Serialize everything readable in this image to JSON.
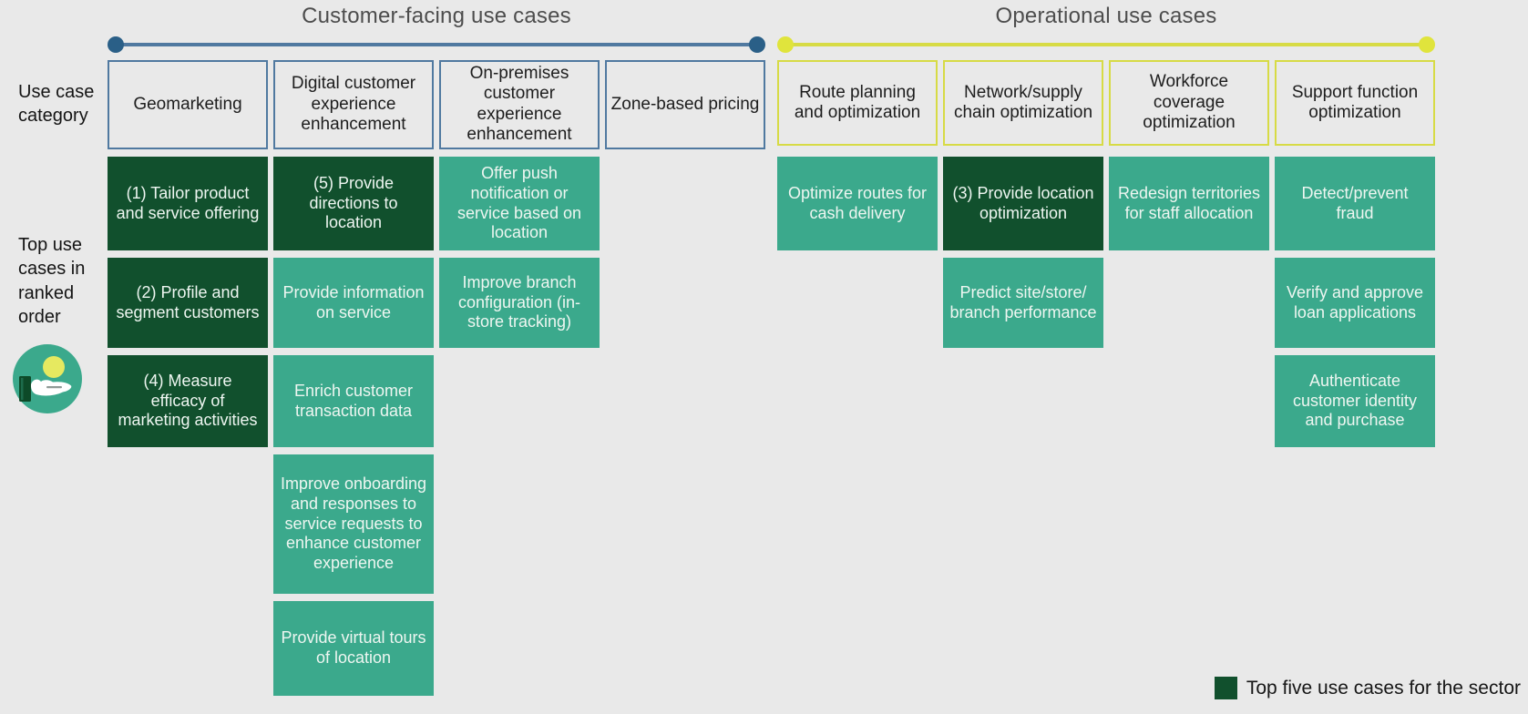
{
  "page": {
    "background": "#e9e9e9"
  },
  "left_rail": {
    "use_case_category_label": "Use case category",
    "top_use_cases_label": "Top use cases in ranked order",
    "icon": "hand-offering-coin-icon"
  },
  "colors": {
    "cell_teal": "#3ba98c",
    "cell_dark_green": "#11502d",
    "customer_facing_accent": "#5079a0",
    "customer_facing_dot": "#2a5f87",
    "operational_accent": "#d7db45",
    "operational_dot": "#e0e43c"
  },
  "groups": [
    {
      "title": "Customer-facing use cases",
      "accent_color": "#5079a0",
      "dot_color": "#2a5f87",
      "columns": [
        {
          "header": "Geomarketing",
          "cells": [
            {
              "text": "(1) Tailor product and service offering",
              "top_five": true
            },
            {
              "text": "(2) Profile and segment customers",
              "top_five": true
            },
            {
              "text": "(4) Measure efficacy of marketing activities",
              "top_five": true
            }
          ]
        },
        {
          "header": "Digital customer experience enhancement",
          "cells": [
            {
              "text": "(5) Provide directions to location",
              "top_five": true
            },
            {
              "text": "Provide information on service",
              "top_five": false
            },
            {
              "text": "Enrich customer transaction data",
              "top_five": false
            },
            {
              "text": "Improve onboarding and responses to service requests to enhance customer experience",
              "top_five": false
            },
            {
              "text": "Provide virtual tours of location",
              "top_five": false
            }
          ]
        },
        {
          "header": "On-premises customer experience enhancement",
          "cells": [
            {
              "text": "Offer push notification or service based on location",
              "top_five": false
            },
            {
              "text": "Improve branch configuration (in-store tracking)",
              "top_five": false
            }
          ]
        },
        {
          "header": "Zone-based pricing",
          "cells": []
        }
      ]
    },
    {
      "title": "Operational use cases",
      "accent_color": "#d7db45",
      "dot_color": "#e0e43c",
      "columns": [
        {
          "header": "Route planning and optimization",
          "cells": [
            {
              "text": "Optimize routes for cash delivery",
              "top_five": false
            }
          ]
        },
        {
          "header": "Network/supply chain optimization",
          "cells": [
            {
              "text": "(3) Provide location optimization",
              "top_five": true
            },
            {
              "text": "Predict site/store/ branch performance",
              "top_five": false
            }
          ]
        },
        {
          "header": "Workforce coverage optimization",
          "cells": [
            {
              "text": "Redesign territories for staff allocation",
              "top_five": false
            }
          ]
        },
        {
          "header": "Support function optimization",
          "cells": [
            {
              "text": "Detect/prevent fraud",
              "top_five": false
            },
            {
              "text": "Verify and approve loan applications",
              "top_five": false
            },
            {
              "text": "Authenticate customer identity and purchase",
              "top_five": false
            }
          ]
        }
      ]
    }
  ],
  "legend": {
    "label": "Top five use cases for the sector",
    "swatch_color": "#11502d"
  }
}
